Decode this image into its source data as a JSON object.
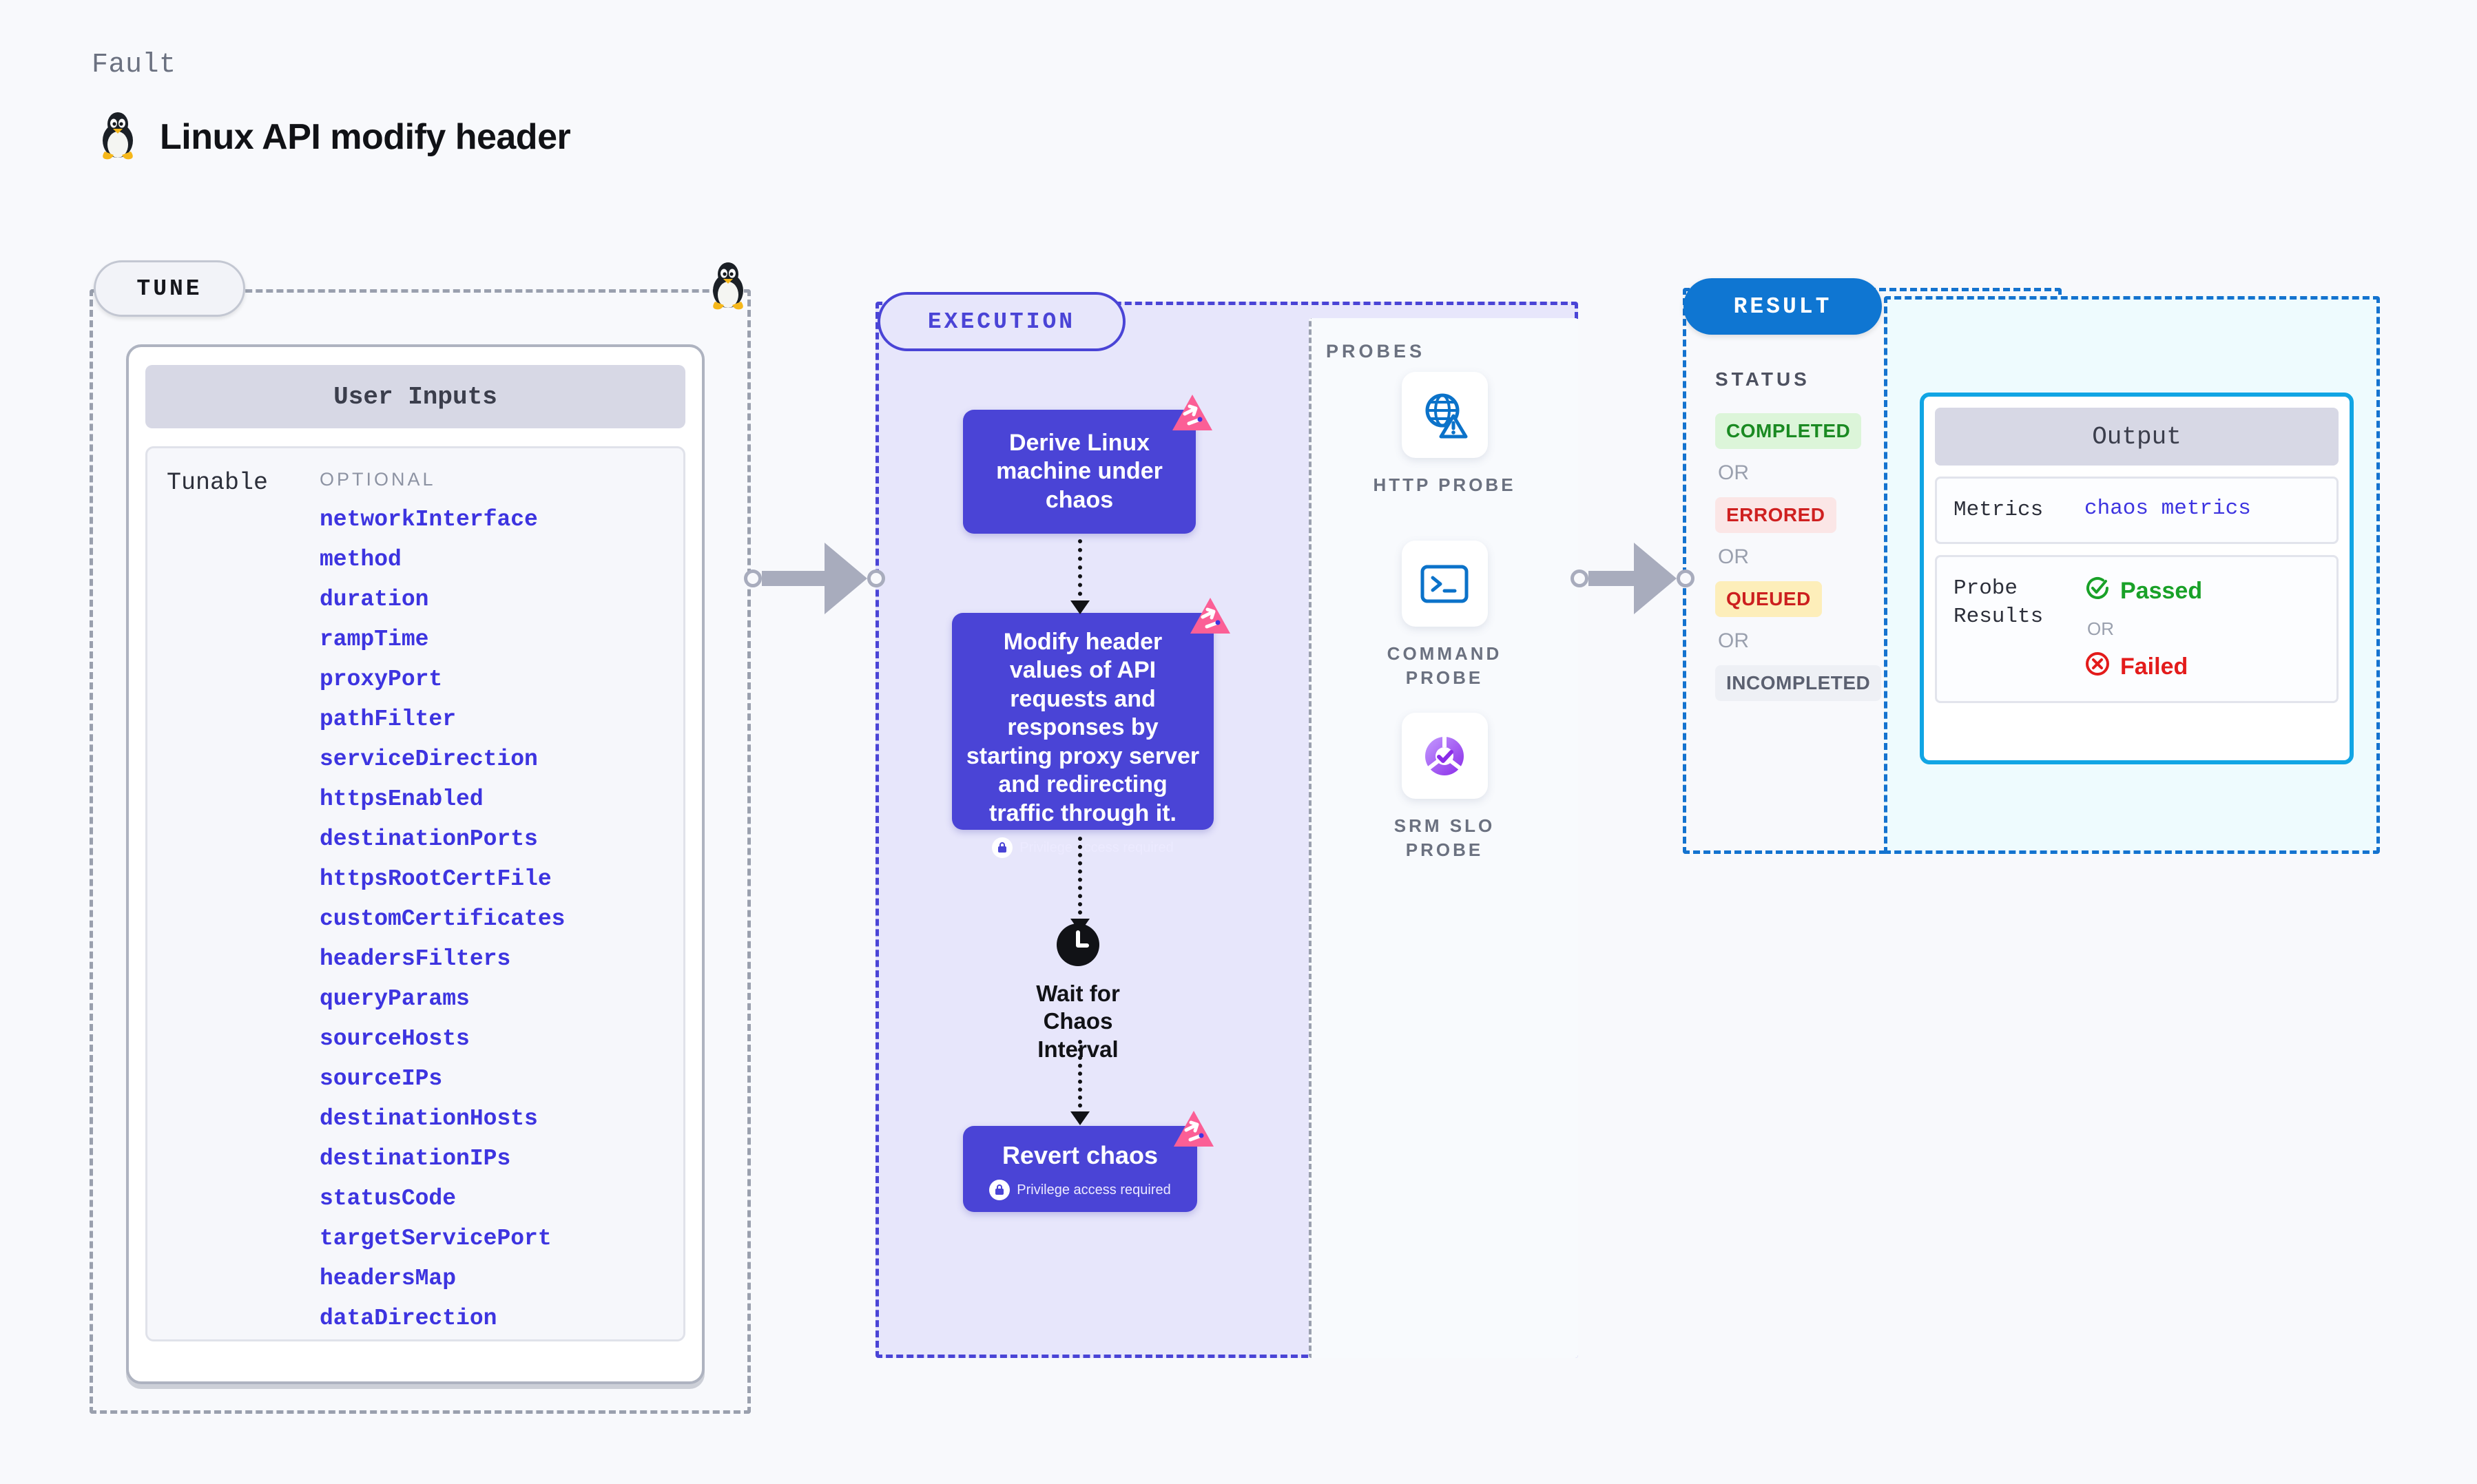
{
  "header": {
    "eyebrow": "Fault",
    "title": "Linux API modify header",
    "os_icon": "linux-tux-icon"
  },
  "sections": {
    "tune": {
      "pill_label": "TUNE",
      "card": {
        "header": "User Inputs",
        "group_label": "Tunable",
        "optional_label": "OPTIONAL",
        "params": [
          "networkInterface",
          "method",
          "duration",
          "rampTime",
          "proxyPort",
          "pathFilter",
          "serviceDirection",
          "httpsEnabled",
          "destinationPorts",
          "httpsRootCertFile",
          "customCertificates",
          "headersFilters",
          "queryParams",
          "sourceHosts",
          "sourceIPs",
          "destinationHosts",
          "destinationIPs",
          "statusCode",
          "targetServicePort",
          "headersMap",
          "dataDirection"
        ]
      }
    },
    "execution": {
      "pill_label": "EXECUTION",
      "steps": [
        {
          "text": "Derive Linux machine under chaos",
          "privilege": null,
          "badge": "chaos-corner-badge"
        },
        {
          "text": "Modify header values of API requests and responses by starting proxy server and redirecting traffic through it.",
          "privilege": "Privilege access required",
          "badge": "chaos-corner-badge"
        },
        {
          "text": "Revert chaos",
          "privilege": "Privilege access required",
          "badge": "chaos-corner-badge"
        }
      ],
      "wait": {
        "label": "Wait for Chaos Interval",
        "icon": "clock-icon"
      }
    },
    "probes": {
      "label": "PROBES",
      "items": [
        {
          "name": "HTTP PROBE",
          "icon": "globe-warning-icon"
        },
        {
          "name": "COMMAND PROBE",
          "icon": "terminal-icon"
        },
        {
          "name": "SRM SLO PROBE",
          "icon": "srm-slo-donut-icon"
        }
      ]
    },
    "result": {
      "pill_label": "RESULT",
      "status_label": "STATUS",
      "or_label": "OR",
      "statuses": [
        {
          "label": "COMPLETED",
          "style": "completed"
        },
        {
          "label": "ERRORED",
          "style": "errored"
        },
        {
          "label": "QUEUED",
          "style": "queued"
        },
        {
          "label": "INCOMPLETED",
          "style": "incompleted"
        }
      ],
      "output": {
        "header": "Output",
        "metrics_key": "Metrics",
        "metrics_value": "chaos metrics",
        "probe_results_key": "Probe Results",
        "passed_label": "Passed",
        "failed_label": "Failed",
        "or_label": "OR"
      }
    }
  },
  "colors": {
    "page_bg": "#f8f9fc",
    "execution_accent": "#4a44d6",
    "execution_bg": "#e7e6fb",
    "result_accent": "#0f76d2",
    "output_bg": "#eefbfe",
    "output_border": "#11a5e4",
    "param_text": "#3d34e0",
    "badge_pink": "#fb5f96",
    "status_completed": "#1a8a22",
    "status_errored": "#cf2020",
    "status_queued": "#cc1f1f",
    "status_incompleted": "#5b6070"
  }
}
